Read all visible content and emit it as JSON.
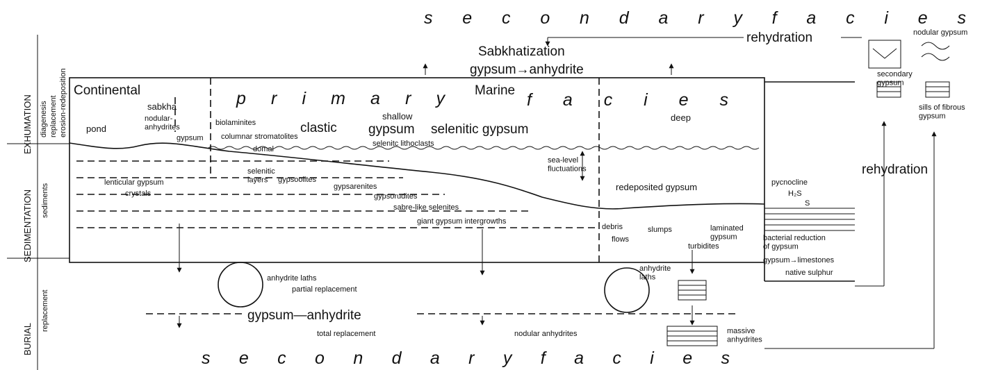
{
  "header": {
    "secondary_top": "s e c o n d a r y   f a c i e s",
    "secondary_bottom": "s e c o n d a r y   f a c i e s",
    "rehydration_top": "rehydration",
    "rehydration_right": "rehydration",
    "sabkhatization": "Sabkhatization",
    "gypsum_anhydrite_top": "gypsum→anhydrite",
    "nodular_gypsum": "nodular gypsum",
    "secondary_gypsum": "secondary\ngypsum",
    "sills": "sills of fibrous\ngypsum"
  },
  "axis": {
    "left_labels": [
      "EXHUMATION",
      "SEDIMENTATION",
      "BURIAL"
    ],
    "process_labels": [
      "diagenesis",
      "replacement",
      "erosion-redeposition",
      "sediments",
      "replacement"
    ]
  },
  "primary": {
    "title": "p r i m a r y",
    "continental": "Continental",
    "marine": "Marine",
    "facies": "f a c i e s"
  },
  "zones": {
    "pond": "pond",
    "sabkha": "sabkha",
    "nodular_anhydrites": "nodular-\nanhydrites",
    "gypsum_sabkha": "gypsum",
    "biolaminites": "biolaminites",
    "columnar": "columnar stromatolites",
    "domal": "domal",
    "clastic": "clastic",
    "shallow": "shallow",
    "shallow_gypsum": "gypsum",
    "selenitic_gypsum": "selenitic gypsum",
    "selenitic_lithoclasts": "selenitc lithoclasts",
    "deep": "deep",
    "selenitic_layers": "selenitic\nlayers",
    "gypsoolites": "gypsoolites",
    "gypsarenites": "gypsarenites",
    "gypsorudites": "gypsorudites",
    "sabre": "sabre-like selenites",
    "giant": "giant gypsum intergrowths",
    "lenticular": "lenticular gypsum",
    "crystals": "crystals",
    "sea_level": "sea-level\nfluctuations",
    "redeposited": "redeposited  gypsum",
    "debris": "debris",
    "flows": "flows",
    "slumps": "slumps",
    "laminated": "laminated\ngypsum",
    "turbidites": "turbidites",
    "pycnocline": "pycnocline",
    "h2s": "H₂S",
    "s": "S",
    "bacterial": "bacterial reduction\nof gypsum",
    "gypsum_limestones": "gypsum→limestones",
    "native_sulphur": "native sulphur"
  },
  "burial": {
    "anhydrite_laths": "anhydrite laths",
    "partial": "partial replacement",
    "gypsum_anhydrite": "gypsum—anhydrite",
    "total": "total replacement",
    "nodular_anhydrites": "nodular anhydrites",
    "anhydrite_laths_2": "anhydrite\nlaths",
    "massive": "massive\nanhydrites"
  }
}
